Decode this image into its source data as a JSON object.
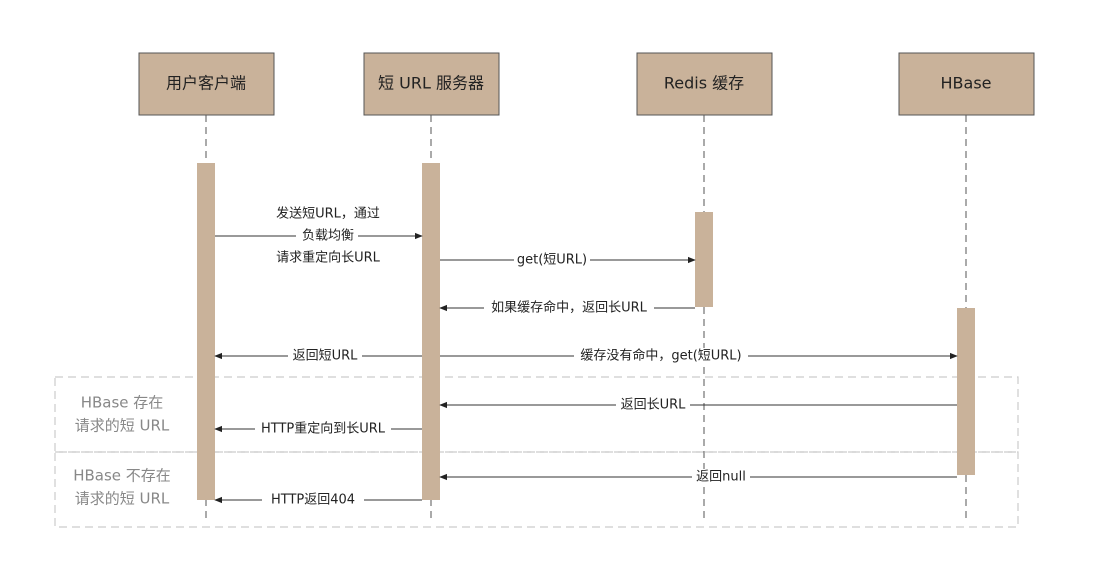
{
  "actors": [
    {
      "id": "client",
      "label": "用户客户端"
    },
    {
      "id": "server",
      "label": "短 URL 服务器"
    },
    {
      "id": "redis",
      "label": "Redis 缓存"
    },
    {
      "id": "hbase",
      "label": "HBase"
    }
  ],
  "messages": [
    {
      "from": "client",
      "to": "server",
      "lines": [
        "发送短URL，通过",
        "负载均衡",
        "请求重定向长URL"
      ]
    },
    {
      "from": "server",
      "to": "redis",
      "lines": [
        "get(短URL)"
      ]
    },
    {
      "from": "redis",
      "to": "server",
      "lines": [
        "如果缓存命中，返回长URL"
      ]
    },
    {
      "from": "server",
      "to": "client",
      "lines": [
        "返回短URL"
      ]
    },
    {
      "from": "server",
      "to": "hbase",
      "lines": [
        "缓存没有命中，get(短URL)"
      ]
    },
    {
      "from": "hbase",
      "to": "server",
      "lines": [
        "返回长URL"
      ]
    },
    {
      "from": "server",
      "to": "client",
      "lines": [
        "HTTP重定向到长URL"
      ]
    },
    {
      "from": "hbase",
      "to": "server",
      "lines": [
        "返回null"
      ]
    },
    {
      "from": "server",
      "to": "client",
      "lines": [
        "HTTP返回404"
      ]
    }
  ],
  "fragments": [
    {
      "lines": [
        "HBase 存在",
        "请求的短 URL"
      ]
    },
    {
      "lines": [
        "HBase 不存在",
        "请求的短 URL"
      ]
    }
  ],
  "colors": {
    "actor_fill": "#c9b29a",
    "activation_fill": "#c9b29a",
    "fragment_border": "#cccccc",
    "fragment_text": "#888888"
  }
}
